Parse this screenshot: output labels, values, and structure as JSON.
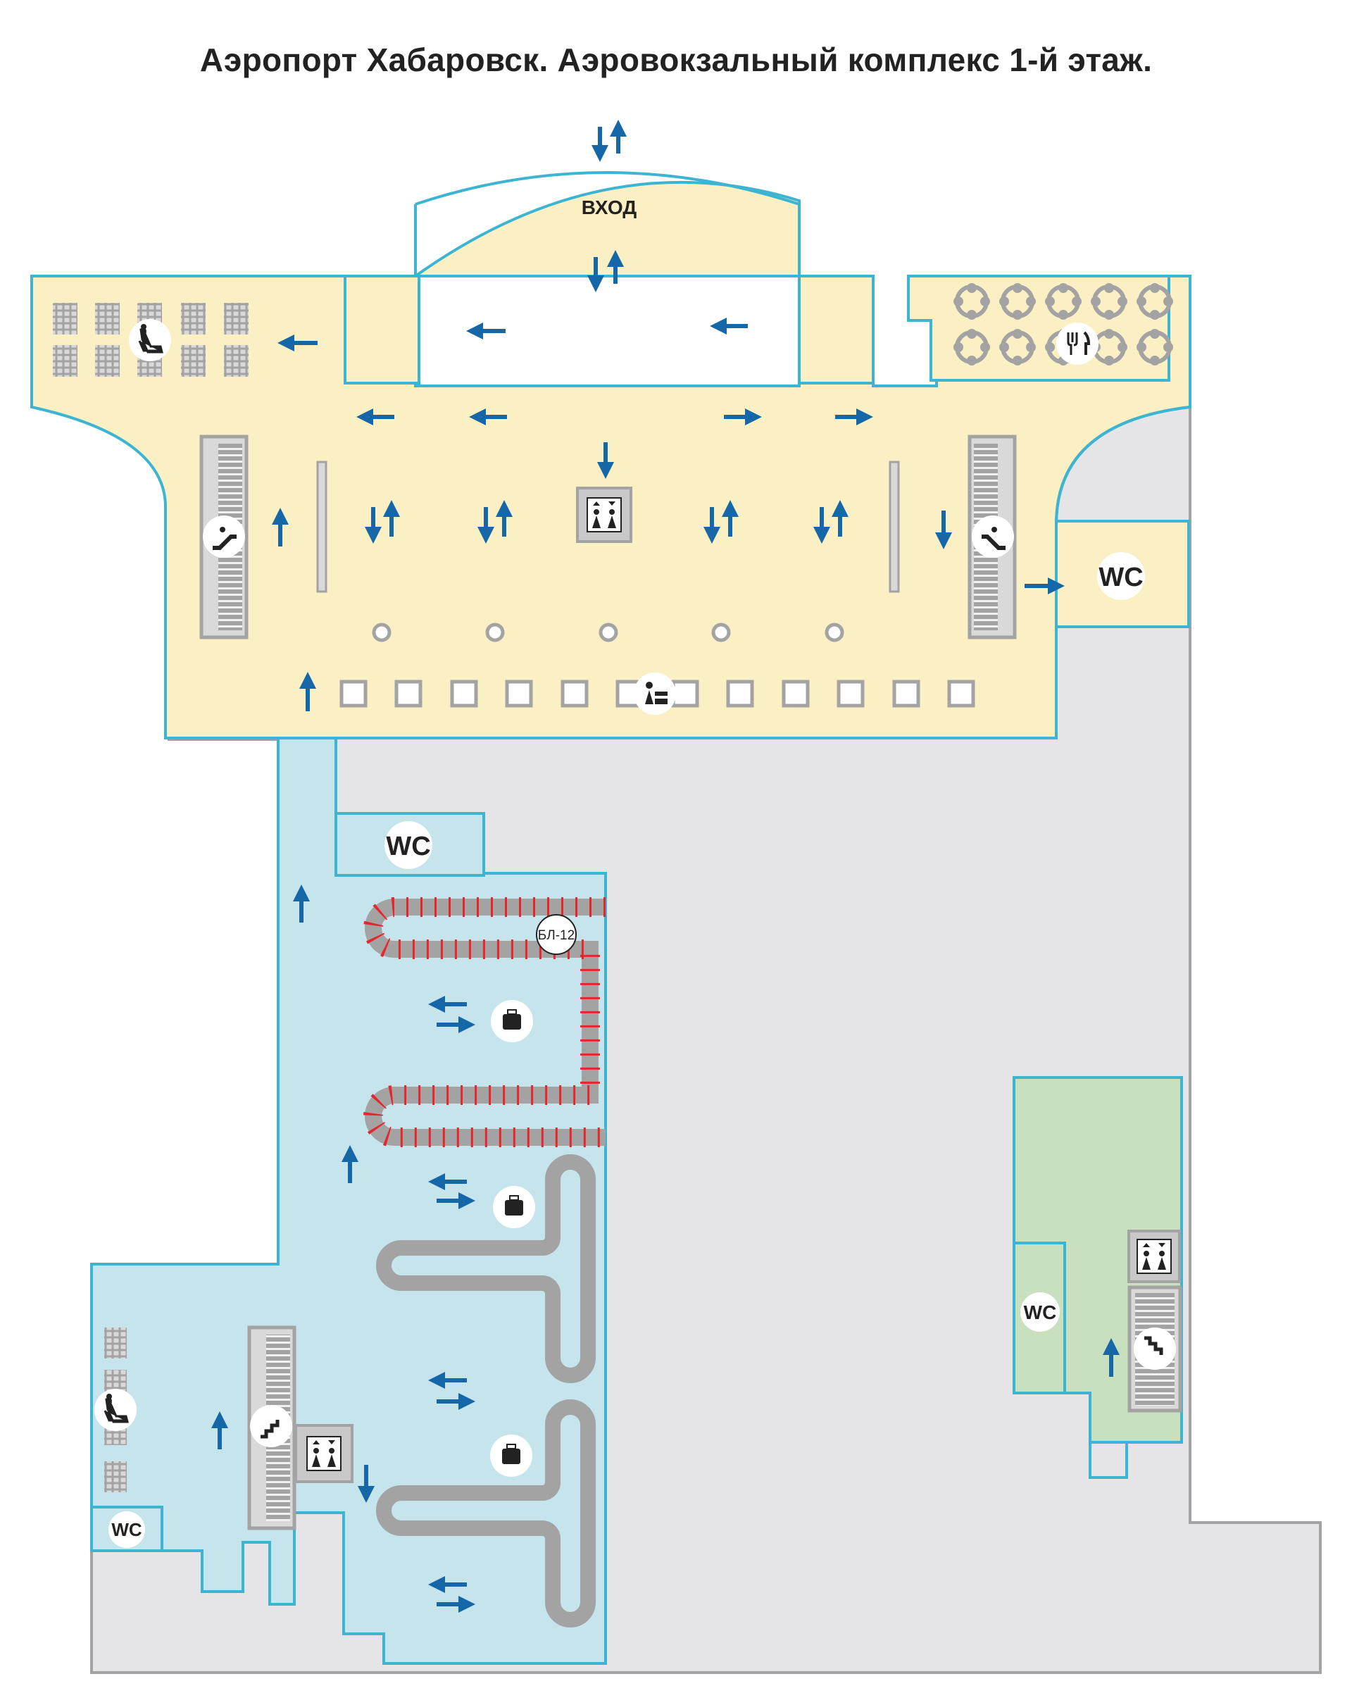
{
  "title": "Аэропорт Хабаровск. Аэровокзальный комплекс 1-й этаж.",
  "entrance": {
    "label": "ВХОД"
  },
  "wc": [
    {
      "label": "WC"
    },
    {
      "label": "WC"
    },
    {
      "label": "WC"
    },
    {
      "label": "WC"
    }
  ],
  "belt": {
    "label": "БЛ-12"
  },
  "icons": {
    "escalator_up": "escalator-up-icon",
    "escalator_down": "escalator-down-icon",
    "elevator": "elevator-icon",
    "waiting_seats": "waiting-area-icon",
    "restaurant": "restaurant-icon",
    "check_in": "check-in-icon",
    "baggage": "baggage-claim-icon",
    "stairs": "stairs-icon"
  },
  "colors": {
    "departure_hall": "#fbf0c4",
    "arrival_hall": "#c5e4ec",
    "green_zone": "#c8e0be",
    "background": "#e5e5e7",
    "outline": "#3cb4d2",
    "arrow": "#1567a8",
    "equipment": "#a3a3a3",
    "conveyor_red": "#e5262c"
  }
}
